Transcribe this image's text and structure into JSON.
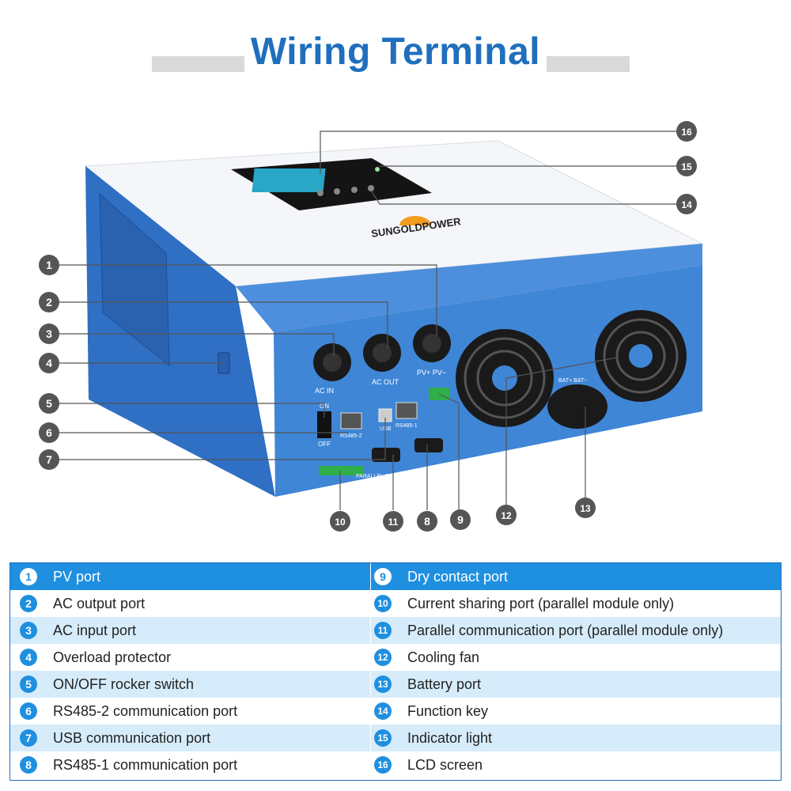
{
  "title": "Wiring Terminal",
  "brand": "SUNGOLDPOWER",
  "panel_labels": {
    "ac_in": "AC IN",
    "ac_out": "AC OUT",
    "pv": "PV+ PV−",
    "on": "ON",
    "off": "OFF",
    "rs485_2": "RS485-2",
    "usb": "USB",
    "rs485_1": "RS485-1",
    "parallel": "PARALLEL CONNECTION",
    "bat": "BAT+ BAT−"
  },
  "colors": {
    "accent": "#1f8fe0",
    "title": "#1f6fbd",
    "body_blue": "#3f86d6",
    "callout": "#555555",
    "row_alt": "#d6ecfb"
  },
  "legend": {
    "left": [
      {
        "num": "1",
        "label": "PV port"
      },
      {
        "num": "2",
        "label": "AC output port"
      },
      {
        "num": "3",
        "label": "AC input port"
      },
      {
        "num": "4",
        "label": "Overload protector"
      },
      {
        "num": "5",
        "label": "ON/OFF rocker switch"
      },
      {
        "num": "6",
        "label": "RS485-2 communication port"
      },
      {
        "num": "7",
        "label": "USB communication port"
      },
      {
        "num": "8",
        "label": "RS485-1 communication port"
      }
    ],
    "right": [
      {
        "num": "9",
        "label": "Dry contact port"
      },
      {
        "num": "10",
        "label": "Current sharing port (parallel module only)"
      },
      {
        "num": "11",
        "label": "Parallel communication port (parallel module only)"
      },
      {
        "num": "12",
        "label": "Cooling fan"
      },
      {
        "num": "13",
        "label": "Battery port"
      },
      {
        "num": "14",
        "label": "Function key"
      },
      {
        "num": "15",
        "label": "Indicator light"
      },
      {
        "num": "16",
        "label": "LCD screen"
      }
    ]
  },
  "callouts": [
    "1",
    "2",
    "3",
    "4",
    "5",
    "6",
    "7",
    "8",
    "9",
    "10",
    "11",
    "12",
    "13",
    "14",
    "15",
    "16"
  ]
}
